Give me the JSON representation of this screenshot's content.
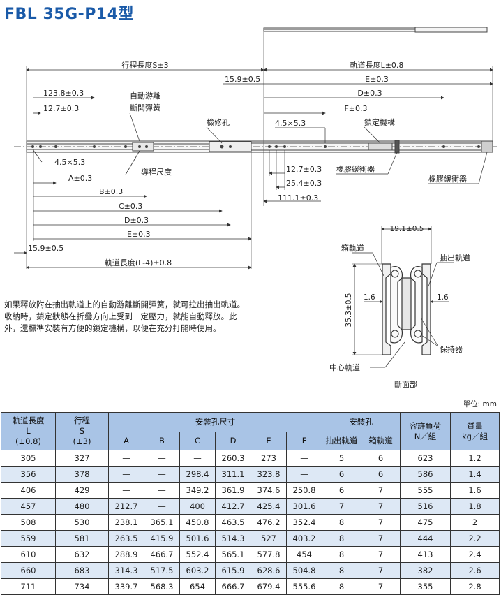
{
  "title": "FBL 35G-P14型",
  "drawing": {
    "stroke_labels": {
      "stroke": "行程長度S±3",
      "rail_len": "軌道長度L±0.8",
      "off_159_top": "15.9±0.5",
      "e_top": "E±0.3",
      "d_top": "D±0.3",
      "f_top": "F±0.3",
      "d1238": "123.8±0.3",
      "d127_left": "12.7±0.3",
      "auto_release": "自動游離",
      "auto_release2": "斷開彈簧",
      "inspect_hole": "檢修孔",
      "hole_right": "4.5×5.3",
      "lock": "鎖定機構",
      "hole_left": "4.5×5.3",
      "guide": "導程尺度",
      "a_left": "A±0.3",
      "b_left": "B±0.3",
      "c_left": "C±0.3",
      "d_left": "D±0.3",
      "e_left": "E±0.3",
      "d127_right": "12.7±0.3",
      "d254": "25.4±0.3",
      "d1111": "111.1±0.3",
      "rubber1": "橡膠緩衝器",
      "rubber2": "橡膠緩衝器",
      "off_159_bot": "15.9±0.5",
      "rail_len_bot": "軌道長度(L-4)±0.8"
    },
    "section": {
      "width": "19.1±0.5",
      "height": "35.3±0.5",
      "t_left": "1.6",
      "t_right": "1.6",
      "box_rail": "箱軌道",
      "out_rail": "抽出軌道",
      "retainer": "保持器",
      "center_rail": "中心軌道",
      "caption": "斷面部"
    }
  },
  "description": "如果釋放附在抽出軌道上的自動游離斷開彈簧，就可拉出抽出軌道。收納時，鎖定狀態在折疊方向上受到一定壓力，就能自動釋放。此外，還標準安裝有方便的鎖定機構，以便在充分打開時使用。",
  "unit": "單位: mm",
  "table": {
    "h_rail1": "軌道長度",
    "h_rail2": "L",
    "h_rail3": "(±0.8)",
    "h_stroke1": "行程",
    "h_stroke2": "S",
    "h_stroke3": "(±3)",
    "h_holes": "安裝孔尺寸",
    "h_mount": "安裝孔",
    "h_load1": "容許負荷",
    "h_load2": "N／組",
    "h_mass1": "質量",
    "h_mass2": "kg／組",
    "h_a": "A",
    "h_b": "B",
    "h_c": "C",
    "h_d": "D",
    "h_e": "E",
    "h_f": "F",
    "h_out": "抽出軌道",
    "h_box": "箱軌道",
    "rows": [
      [
        "305",
        "327",
        "—",
        "—",
        "—",
        "260.3",
        "273",
        "—",
        "5",
        "6",
        "623",
        "1.2"
      ],
      [
        "356",
        "378",
        "—",
        "—",
        "298.4",
        "311.1",
        "323.8",
        "—",
        "6",
        "6",
        "586",
        "1.4"
      ],
      [
        "406",
        "429",
        "—",
        "—",
        "349.2",
        "361.9",
        "374.6",
        "250.8",
        "6",
        "7",
        "555",
        "1.6"
      ],
      [
        "457",
        "480",
        "212.7",
        "—",
        "400",
        "412.7",
        "425.4",
        "301.6",
        "7",
        "7",
        "516",
        "1.8"
      ],
      [
        "508",
        "530",
        "238.1",
        "365.1",
        "450.8",
        "463.5",
        "476.2",
        "352.4",
        "8",
        "7",
        "475",
        "2"
      ],
      [
        "559",
        "581",
        "263.5",
        "415.9",
        "501.6",
        "514.3",
        "527",
        "403.2",
        "8",
        "7",
        "444",
        "2.2"
      ],
      [
        "610",
        "632",
        "288.9",
        "466.7",
        "552.4",
        "565.1",
        "577.8",
        "454",
        "8",
        "7",
        "413",
        "2.4"
      ],
      [
        "660",
        "683",
        "314.3",
        "517.5",
        "603.2",
        "615.9",
        "628.6",
        "504.8",
        "8",
        "7",
        "382",
        "2.6"
      ],
      [
        "711",
        "734",
        "339.7",
        "568.3",
        "654",
        "666.7",
        "679.4",
        "555.6",
        "8",
        "7",
        "355",
        "2.8"
      ]
    ]
  }
}
